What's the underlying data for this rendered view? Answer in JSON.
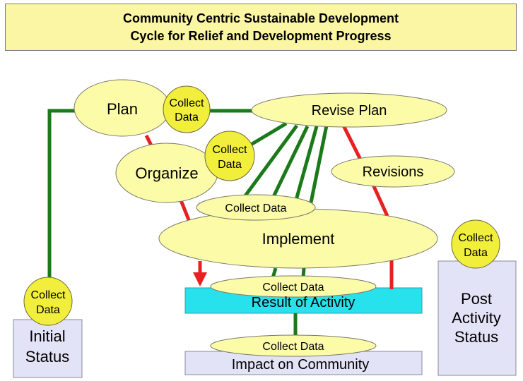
{
  "title": {
    "line1": "Community Centric Sustainable Development",
    "line2": "Cycle for Relief and Development Progress"
  },
  "colors": {
    "title_bg": "#fbf6a4",
    "ellipse_fill": "#fbfba8",
    "box_fill": "#e3e3f7",
    "result_fill": "#27e2ec",
    "green_line": "#1a7a1a",
    "red_line": "#e82020"
  },
  "nodes": {
    "plan": "Plan",
    "revise_plan": "Revise Plan",
    "organize": "Organize",
    "revisions": "Revisions",
    "implement": "Implement",
    "result_of_activity": "Result of Activity",
    "impact_on_community": "Impact on Community",
    "initial_status": [
      "Initial",
      "Status"
    ],
    "post_activity_status": [
      "Post",
      "Activity",
      "Status"
    ],
    "collect_data_multi": [
      "Collect",
      "Data"
    ],
    "collect_data_single": "Collect Data"
  }
}
